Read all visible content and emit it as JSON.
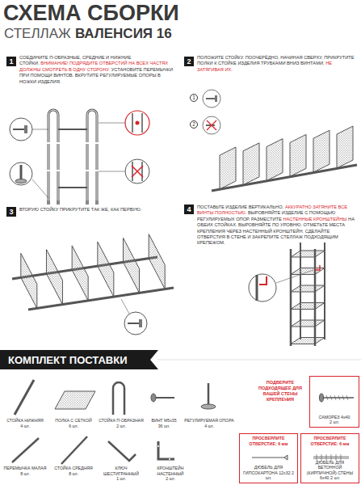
{
  "diagram": {
    "title": "СХЕМА СБОРКИ",
    "nodes": [
      {
        "text": [
          "1"
        ]
      },
      {
        "text": [
          "2"
        ]
      },
      {
        "text": [
          "3"
        ]
      },
      {
        "text": [
          "4"
        ]
      },
      {
        "text": [
          "1"
        ]
      },
      {
        "text": [
          "2"
        ]
      },
      {
        "text": [
          "КОМПЛЕКТ ПОСТАВКИ"
        ]
      },
      {
        "text": [
          "САМОРЕЗ 4x40",
          "2 шт."
        ]
      },
      {
        "text": [
          "ПРОСВЕРЛИТЕ ОТВЕРСТИЕ: 6 мм",
          "ДЮБЕЛЬ ДЛЯ ГИПСОКАРТОНА 12x32 2 шт."
        ]
      },
      {
        "text": [
          "ПРОСВЕРЛИТЕ ОТВЕРСТИЕ: 6 мм",
          "ДЮБЕЛЬ ДЛЯ БЕТОННОЙ (КИРПИЧНОЙ) СТЕНЫ 6x40 2 шт."
        ]
      }
    ],
    "labels": [
      "СТЕЛЛАЖ",
      "ВАЛЕНСИЯ 16",
      "СОЕДИНИТЕ П-ОБРАЗНЫЕ, СРЕДНИЕ И НИЖНИЕ СТОЙКИ.",
      "ВНИМАНИЕ! ПОДРЯДИТЕ ОТВЕРСТИЙ НА ВСЕХ ЧАСТЯХ ДОЛЖНЫ СМОТРЕТЬ В ОДНУ СТОРОНУ.",
      "УСТАНОВИТЕ ПЕРЕМЫЧКИ ПРИ ПОМОЩИ ВИНТОВ. ВКРУТИТЕ РЕГУЛИРУЕМЫЕ ОПОРЫ В НОЖКИ ИЗДЕЛИЯ.",
      "ПОЛОЖИТЕ СТОЙКУ. ПООЧЕРЁДНО, НАЧИНАЯ СВЕРХУ, ПРИКРУТИТЕ ПОЛКИ К СТОЙКЕ ИЗДЕЛИЯ ТРУБКАМИ ВНИЗ ВИНТАМИ,",
      "НЕ ЗАТЯГИВАЯ ИХ.",
      "ВТОРУЮ СТОЙКУ ПРИКРУТИТЕ ТАК ЖЕ, КАК ПЕРВУЮ.",
      "ПОСТАВЬТЕ ИЗДЕЛИЕ ВЕРТИКАЛЬНО.",
      "АККУРАТНО ЗАТЯНИТЕ ВСЕ ВИНТЫ ПОЛНОСТЬЮ.",
      "ВЫРОВНЯЙТЕ ИЗДЕЛИЕ С ПОМОЩЬЮ РЕГУЛИРУЕМЫХ ОПОР. РАЗМЕСТИТЕ",
      "НАСТЕННЫЕ КРОНШТЕЙНЫ",
      "НА ОБЕИХ СТОЙКАХ. ВЫРОВНЯЙТЕ ПО УРОВНЮ. ОТМЕТЬТЕ МЕСТА КРЕПЛЕНИЯ ЧЕРЕЗ НАСТЕННЫЙ КРОНШТЕЙН. СДЕЛАЙТЕ ОТВЕРСТИЯ В СТЕНЕ И ЗАКРЕПИТЕ СТЕЛЛАЖ ПОДХОДЯЩИМ КРЕПЕЖОМ.",
      "СТОЙКА НИЖНЯЯ",
      "4 шт.",
      "ПОЛКА С СЕТКОЙ",
      "6 шт.",
      "СТОЙКА П-ОБРАЗНАЯ",
      "2 шт.",
      "ВИНТ М5x35",
      "36 шт.",
      "РЕГУЛИРУЕМАЯ ОПОРА",
      "4 шт.",
      "ПЕРЕМЫЧКА МАЛАЯ",
      "8 шт.",
      "СТОЙКА СРЕДНЯЯ",
      "8 шт.",
      "КЛЮЧ ШЕСТИГРАННЫЙ",
      "1 шт.",
      "КРОНШТЕЙН НАСТЕННЫЙ",
      "2 шт.",
      "ПОДБЕРИТЕ ПОДХОДЯЩЕЕ ДЛЯ ВАШЕЙ СТЕНЫ КРЕПЛЕНИЯ"
    ]
  }
}
